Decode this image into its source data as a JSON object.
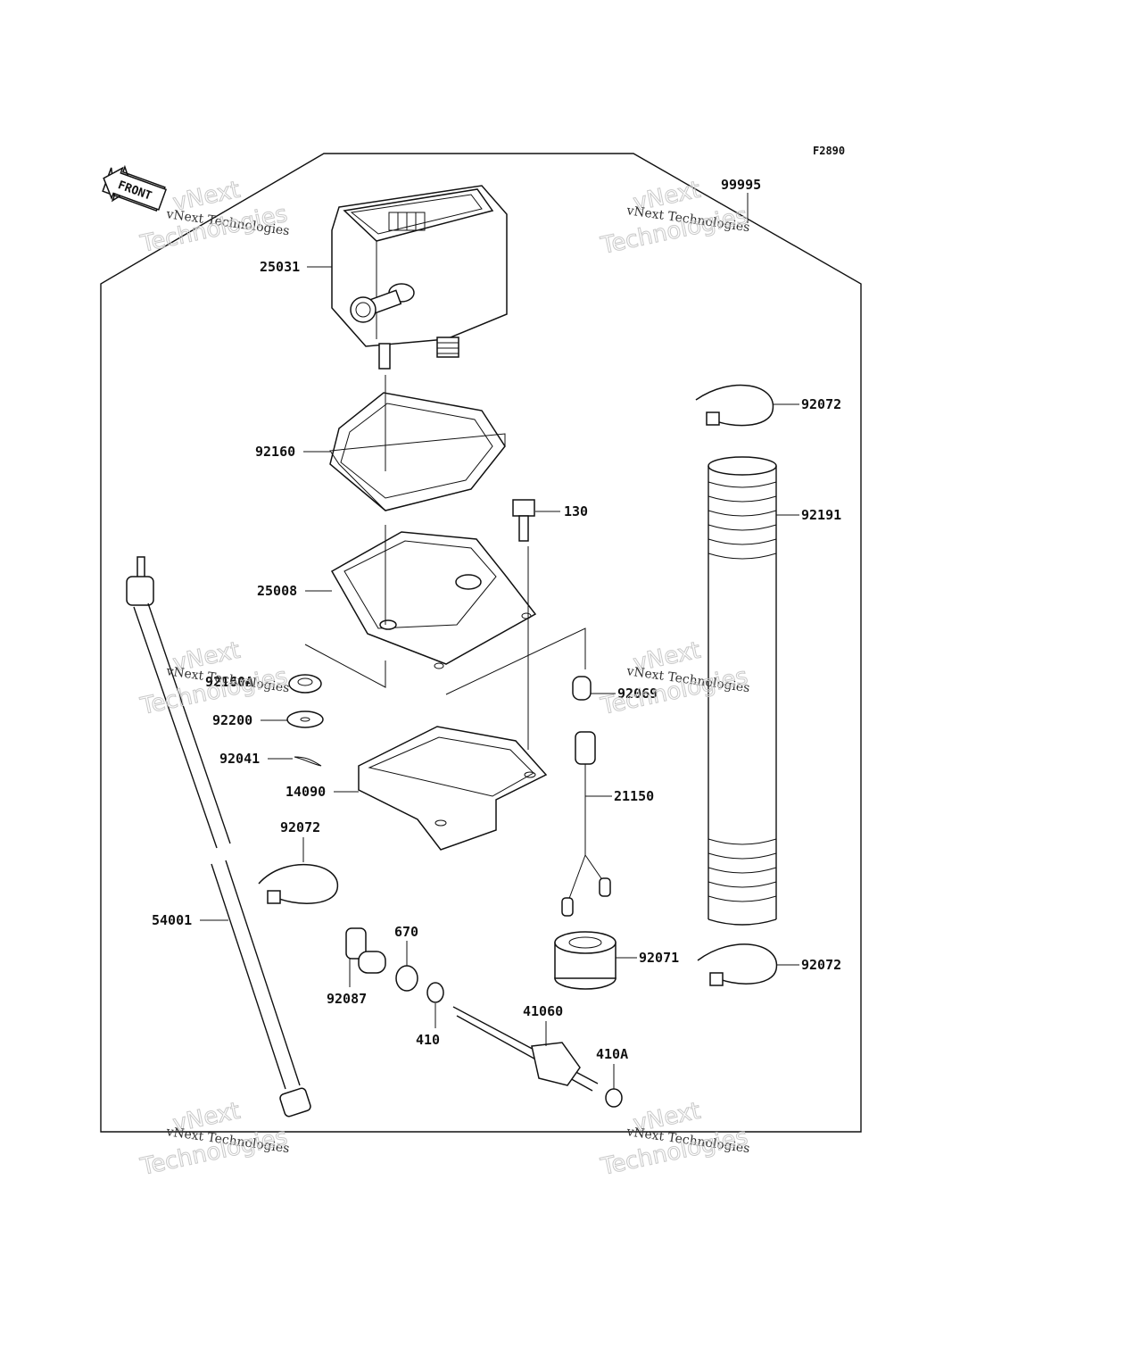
{
  "figure_code": "F2890",
  "front_label": "FRONT",
  "watermark": {
    "line1": "vNext Technologies",
    "line2": "vNext",
    "line3": "Technologies"
  },
  "labels": {
    "p99995": "99995",
    "p25031": "25031",
    "p92072_a": "92072",
    "p92160": "92160",
    "p130": "130",
    "p92191": "92191",
    "p25008": "25008",
    "p92160b": "92160A",
    "p92069": "92069",
    "p92200": "92200",
    "p92041": "92041",
    "p14090": "14090",
    "p21150": "21150",
    "p92072_b": "92072",
    "p54001": "54001",
    "p670": "670",
    "p92071": "92071",
    "p92072_c": "92072",
    "p92087": "92087",
    "p41060": "41060",
    "p410": "410",
    "p410a": "410A"
  }
}
